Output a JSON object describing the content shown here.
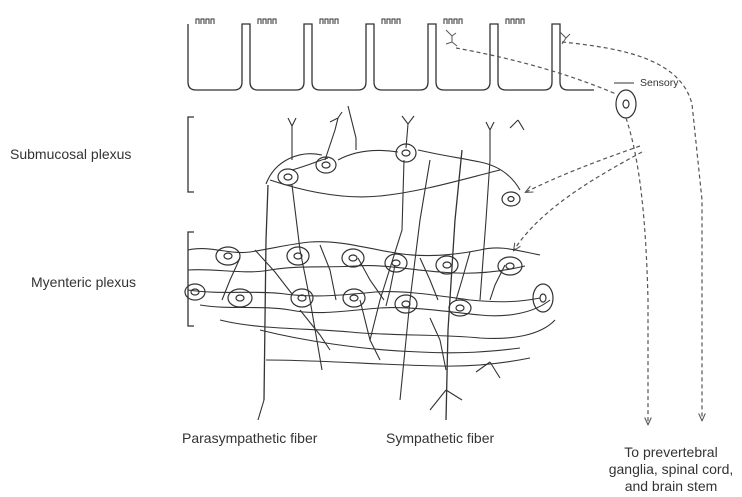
{
  "labels": {
    "submucosal": "Submucosal plexus",
    "myenteric": "Myenteric plexus",
    "sensory": "Sensory",
    "parasympathetic": "Parasympathetic fiber",
    "sympathetic": "Sympathetic fiber",
    "destination_line1": "To prevertebral",
    "destination_line2": "ganglia, spinal cord,",
    "destination_line3": "and brain stem"
  },
  "colors": {
    "line": "#333333",
    "background": "#ffffff"
  },
  "villi_count": 6
}
